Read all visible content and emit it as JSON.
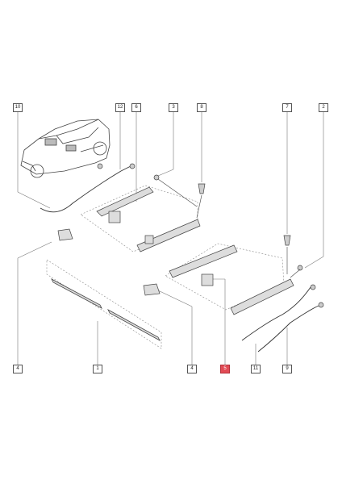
{
  "callouts": [
    {
      "id": "c10",
      "label": "10",
      "highlight": false
    },
    {
      "id": "c12",
      "label": "12",
      "highlight": false
    },
    {
      "id": "c6",
      "label": "6",
      "highlight": false
    },
    {
      "id": "c3a",
      "label": "3",
      "highlight": false
    },
    {
      "id": "c8",
      "label": "8",
      "highlight": false
    },
    {
      "id": "c7",
      "label": "7",
      "highlight": false
    },
    {
      "id": "c2",
      "label": "2",
      "highlight": false
    },
    {
      "id": "c4a",
      "label": "4",
      "highlight": false
    },
    {
      "id": "c1",
      "label": "1",
      "highlight": false
    },
    {
      "id": "c4b",
      "label": "4",
      "highlight": false
    },
    {
      "id": "c5",
      "label": "5",
      "highlight": true
    },
    {
      "id": "c11",
      "label": "11",
      "highlight": false
    },
    {
      "id": "c9",
      "label": "9",
      "highlight": false
    }
  ],
  "colors": {
    "line": "#555555",
    "highlight": "#e24b55",
    "part_fill": "#d9d9d9"
  }
}
